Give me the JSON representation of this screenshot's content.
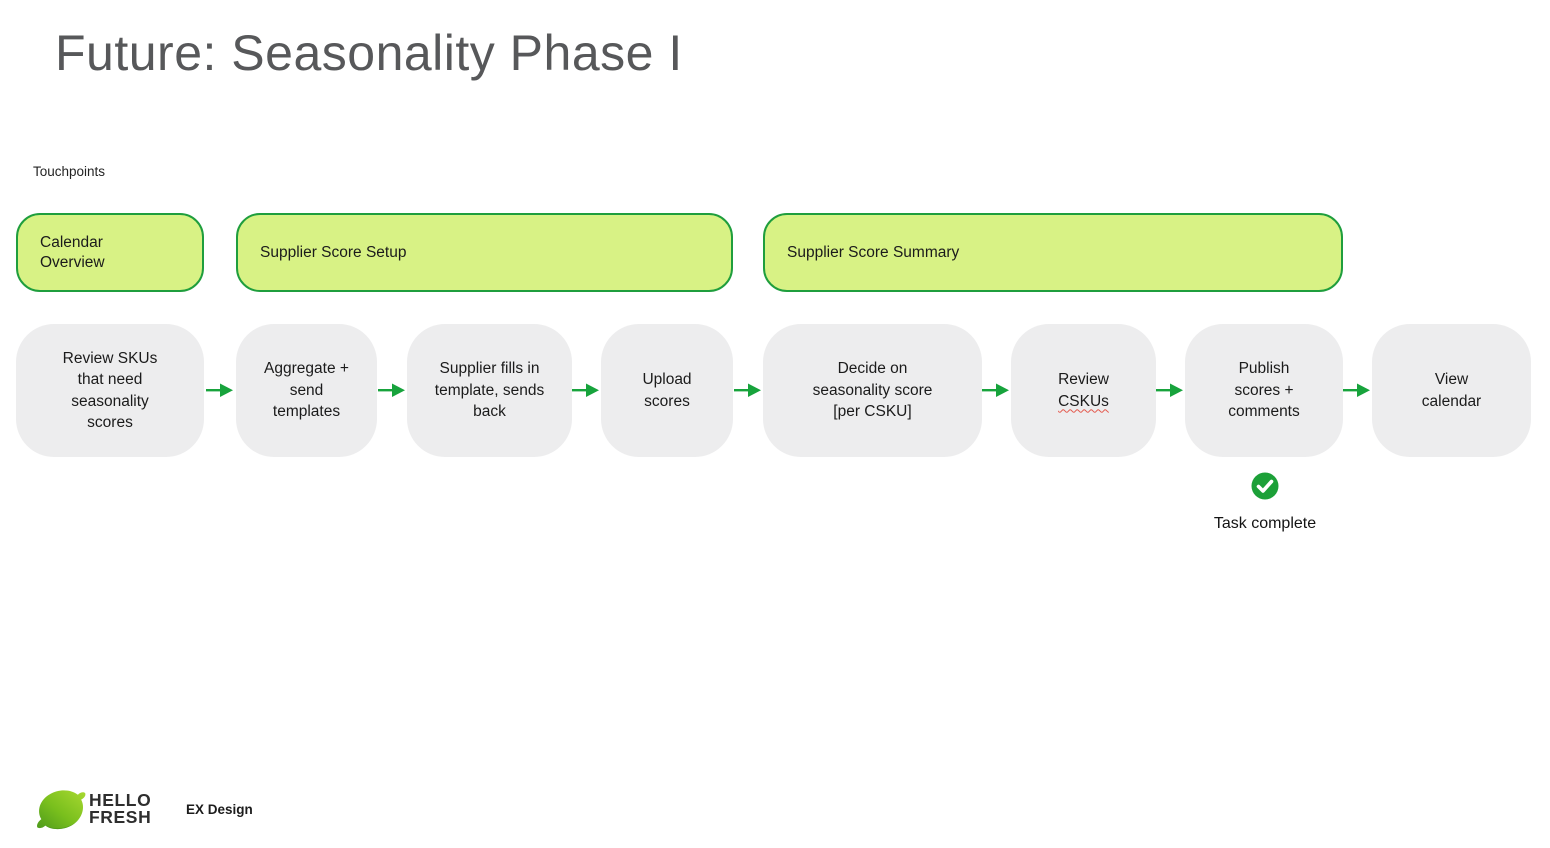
{
  "slide": {
    "title": "Future: Seasonality Phase I",
    "section_label": "Touchpoints"
  },
  "touchpoints": [
    {
      "label": "Calendar Overview"
    },
    {
      "label": "Supplier Score Setup"
    },
    {
      "label": "Supplier Score Summary"
    }
  ],
  "flow_steps": [
    {
      "label": "Review SKUs that need seasonality scores"
    },
    {
      "label": "Aggregate + send templates"
    },
    {
      "label": "Supplier fills in template, sends back"
    },
    {
      "label": "Upload scores"
    },
    {
      "label": "Decide on seasonality score [per CSKU]"
    },
    {
      "line1": "Review",
      "line2": "CSKUs"
    },
    {
      "label": "Publish scores + comments"
    },
    {
      "label": "View calendar"
    }
  ],
  "annotation": {
    "icon": "check-circle",
    "label": "Task complete"
  },
  "footer": {
    "logo_line1": "HELLO",
    "logo_line2": "FRESH",
    "caption": "EX Design"
  },
  "colors": {
    "touchpoint_fill": "#D8F285",
    "touchpoint_border": "#1F9E3D",
    "step_fill": "#EDEDEE",
    "arrow_green": "#17A33C",
    "check_green": "#1CA038",
    "title_gray": "#57585A",
    "brand_lime": "#7FC31C",
    "spellcheck_red": "#E4584C"
  }
}
